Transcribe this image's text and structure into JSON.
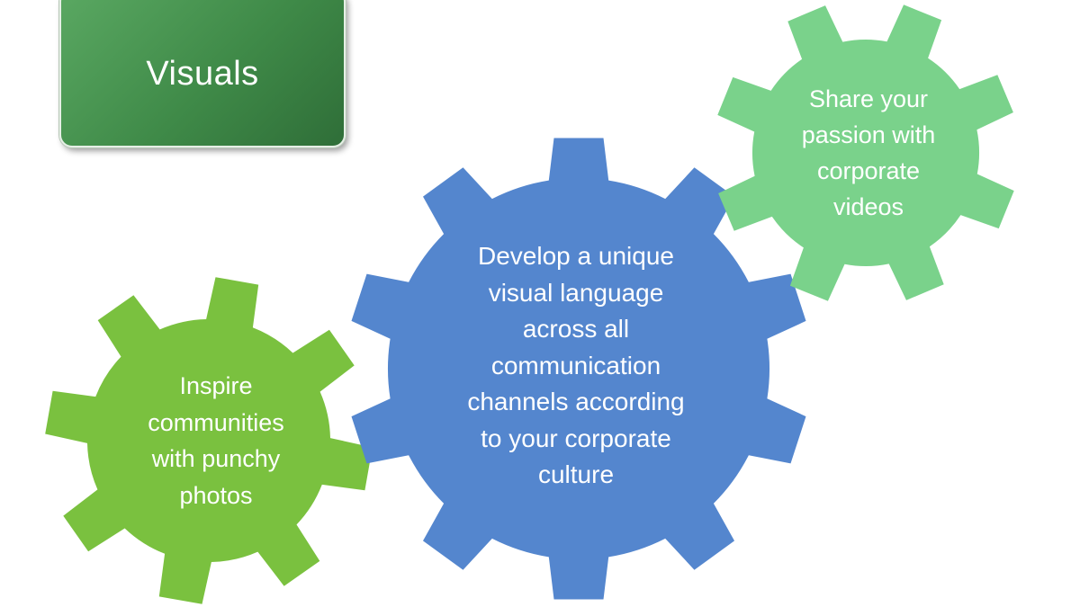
{
  "title": "Visuals",
  "gears": [
    {
      "id": "gear-inspire",
      "text": "Inspire\ncommunities\nwith punchy\nphotos",
      "color": "#7ac13f"
    },
    {
      "id": "gear-develop",
      "text": "Develop a unique\nvisual language\nacross all\ncommunication\nchannels according\nto your corporate\nculture",
      "color": "#5486ce"
    },
    {
      "id": "gear-share",
      "text": "Share your\npassion with\ncorporate\nvideos",
      "color": "#7ad28b"
    }
  ],
  "colors": {
    "title_box": "#3f8a48",
    "text": "#ffffff",
    "background": "#ffffff"
  }
}
